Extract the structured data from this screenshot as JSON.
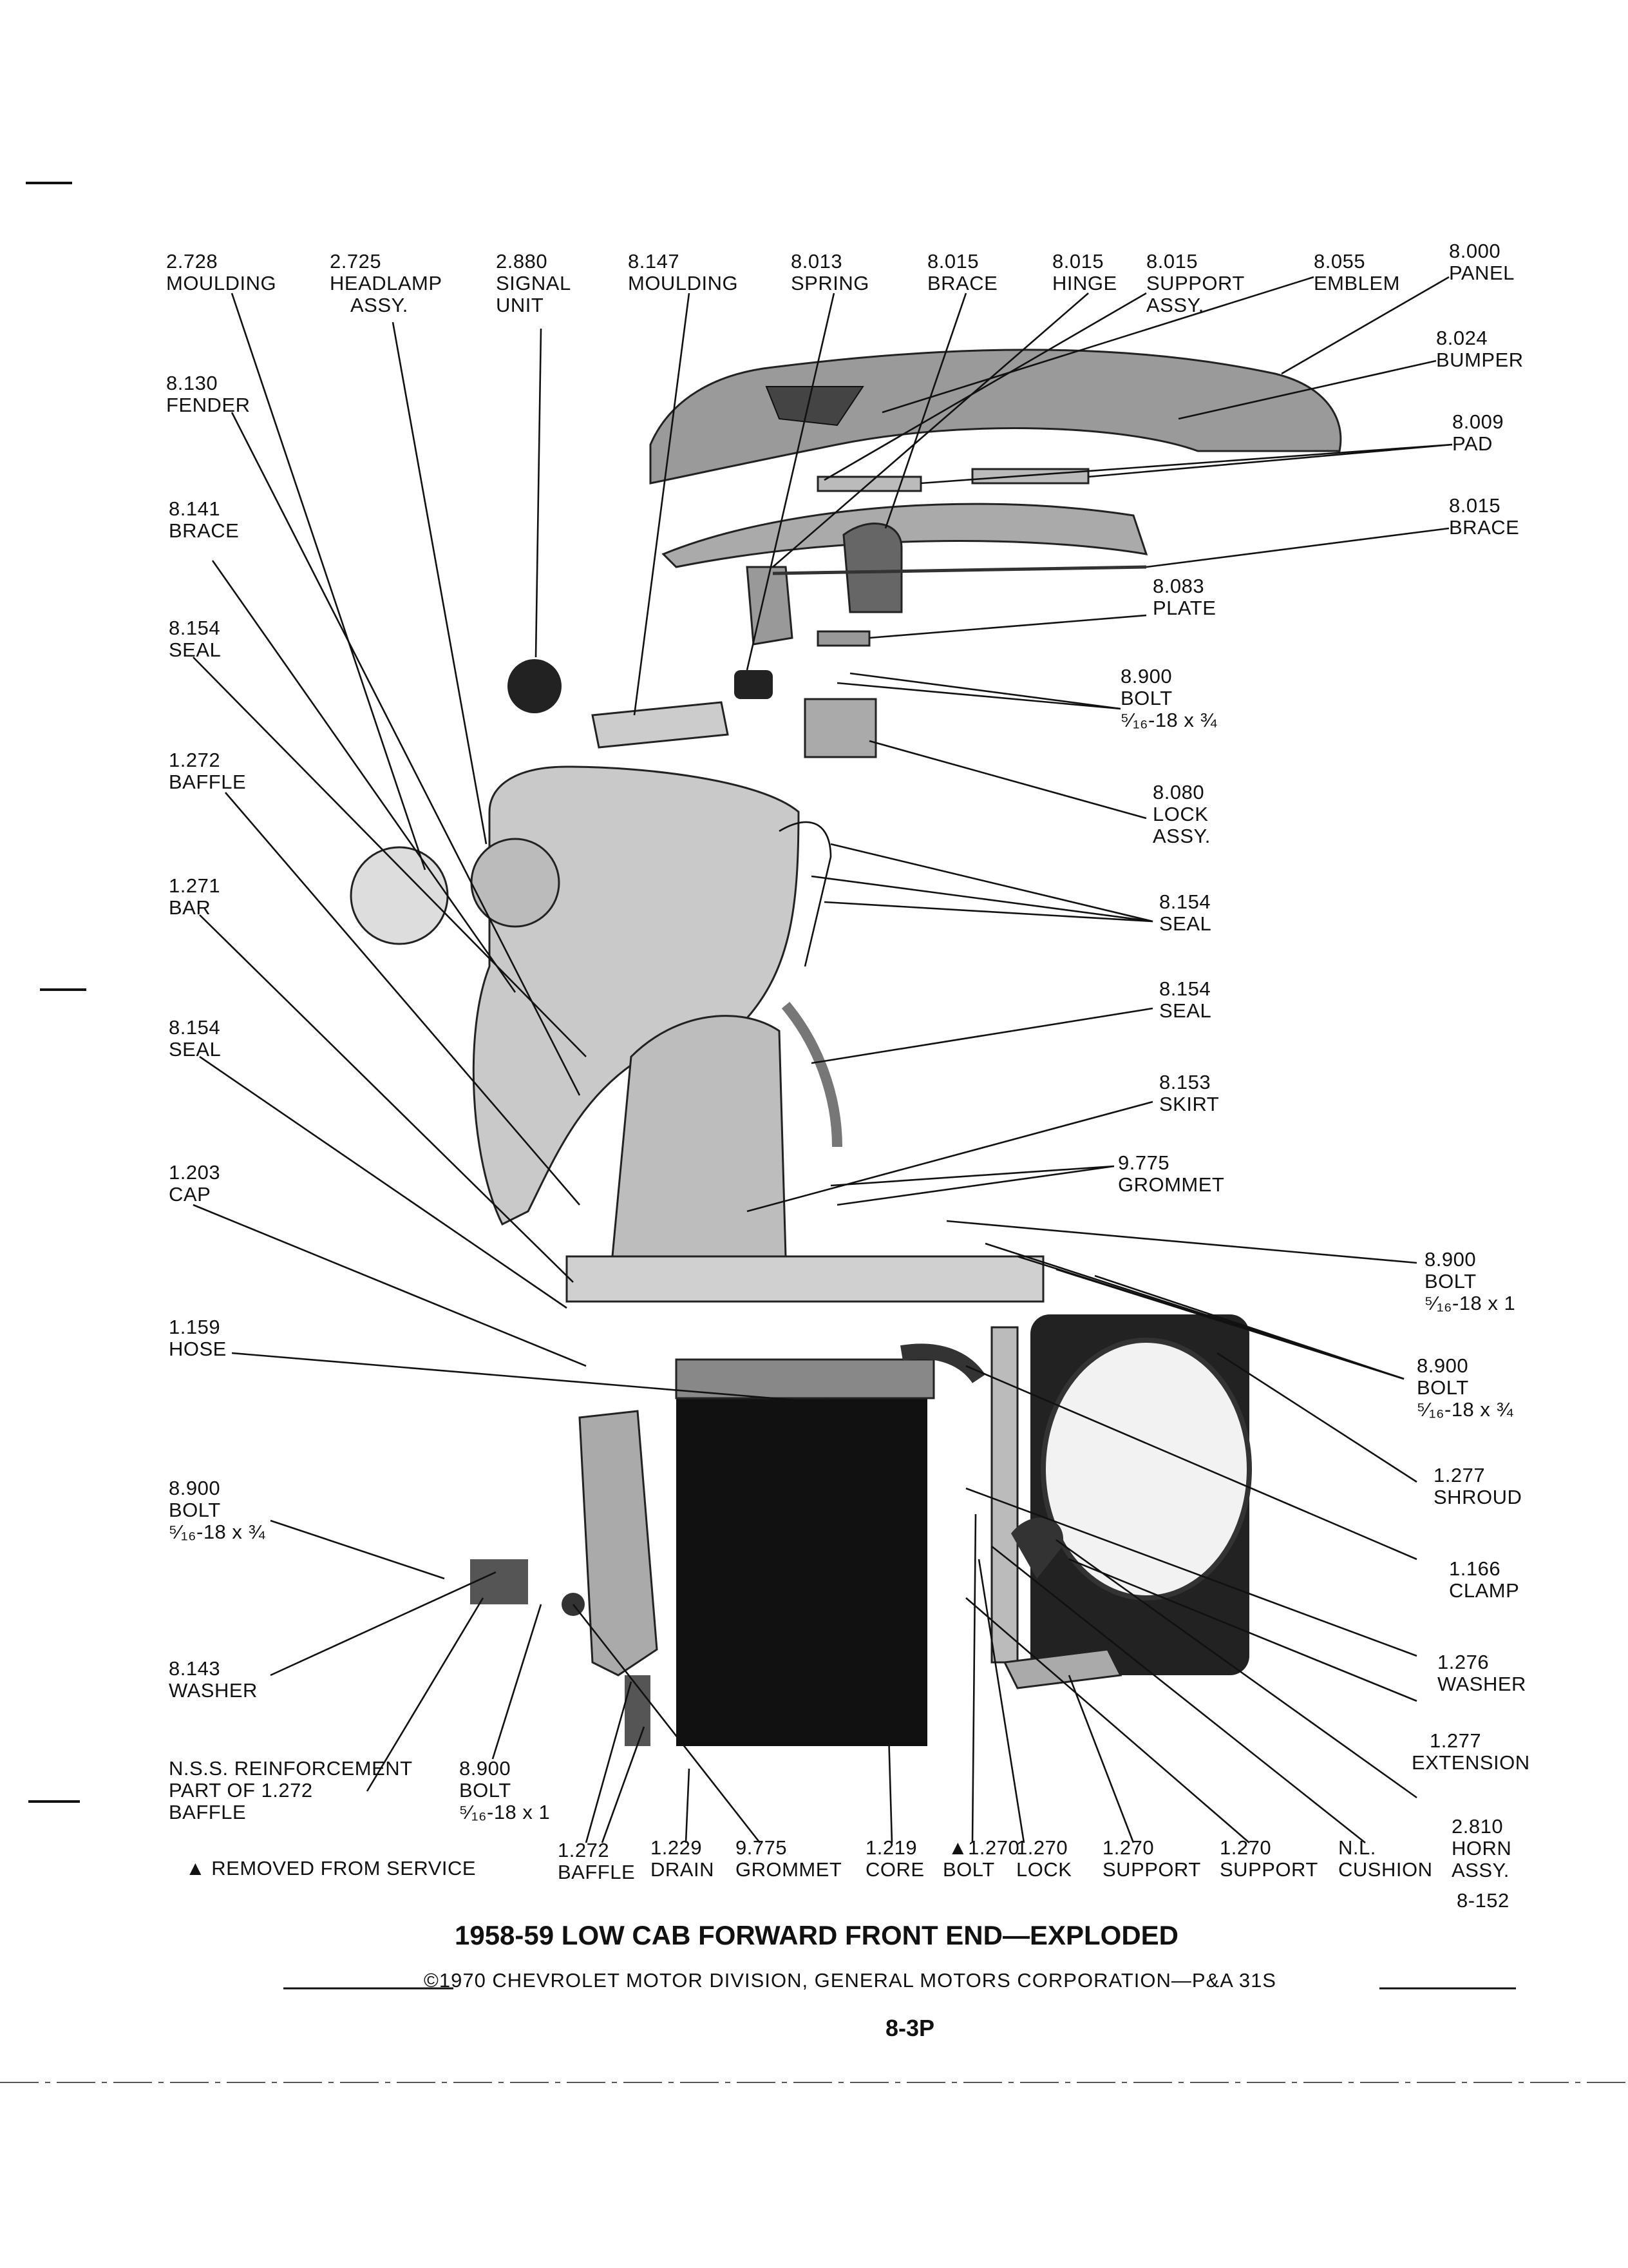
{
  "title": "1958-59 LOW CAB FORWARD FRONT END—EXPLODED",
  "copyright": "©1970 CHEVROLET MOTOR DIVISION, GENERAL MOTORS CORPORATION—P&A 31S",
  "page_number": "8-3P",
  "figure_id": "8-152",
  "removed_note": "▲ REMOVED FROM SERVICE",
  "callouts": [
    {
      "id": "c1",
      "lines": [
        "2.728",
        "MOULDING"
      ]
    },
    {
      "id": "c2",
      "lines": [
        "2.725",
        "HEADLAMP",
        "ASSY."
      ]
    },
    {
      "id": "c3",
      "lines": [
        "2.880",
        "SIGNAL",
        "UNIT"
      ]
    },
    {
      "id": "c4",
      "lines": [
        "8.147",
        "MOULDING"
      ]
    },
    {
      "id": "c5",
      "lines": [
        "8.013",
        "SPRING"
      ]
    },
    {
      "id": "c6",
      "lines": [
        "8.015",
        "BRACE"
      ]
    },
    {
      "id": "c7",
      "lines": [
        "8.015",
        "HINGE"
      ]
    },
    {
      "id": "c8",
      "lines": [
        "8.015",
        "SUPPORT",
        "ASSY."
      ]
    },
    {
      "id": "c9",
      "lines": [
        "8.055",
        "EMBLEM"
      ]
    },
    {
      "id": "c10",
      "lines": [
        "8.000",
        "PANEL"
      ]
    },
    {
      "id": "c11",
      "lines": [
        "8.024",
        "BUMPER"
      ]
    },
    {
      "id": "c12",
      "lines": [
        "8.009",
        "PAD"
      ]
    },
    {
      "id": "c13",
      "lines": [
        "8.015",
        "BRACE"
      ]
    },
    {
      "id": "c14",
      "lines": [
        "8.083",
        "PLATE"
      ]
    },
    {
      "id": "c15",
      "lines": [
        "8.900",
        "BOLT",
        "⁵⁄₁₆-18 x ¾"
      ]
    },
    {
      "id": "c16",
      "lines": [
        "8.080",
        "LOCK",
        "ASSY."
      ]
    },
    {
      "id": "c17",
      "lines": [
        "8.154",
        "SEAL"
      ]
    },
    {
      "id": "c18",
      "lines": [
        "8.154",
        "SEAL"
      ]
    },
    {
      "id": "c19",
      "lines": [
        "8.153",
        "SKIRT"
      ]
    },
    {
      "id": "c20",
      "lines": [
        "9.775",
        "GROMMET"
      ]
    },
    {
      "id": "c21",
      "lines": [
        "8.900",
        "BOLT",
        "⁵⁄₁₆-18 x 1"
      ]
    },
    {
      "id": "c22",
      "lines": [
        "8.900",
        "BOLT",
        "⁵⁄₁₆-18 x ¾"
      ]
    },
    {
      "id": "c23",
      "lines": [
        "1.277",
        "SHROUD"
      ]
    },
    {
      "id": "c24",
      "lines": [
        "1.166",
        "CLAMP"
      ]
    },
    {
      "id": "c25",
      "lines": [
        "1.276",
        "WASHER"
      ]
    },
    {
      "id": "c26",
      "lines": [
        "1.277",
        "EXTENSION"
      ]
    },
    {
      "id": "c27",
      "lines": [
        "2.810",
        "HORN",
        "ASSY."
      ]
    },
    {
      "id": "c28",
      "lines": [
        "8.130",
        "FENDER"
      ]
    },
    {
      "id": "c29",
      "lines": [
        "8.141",
        "BRACE"
      ]
    },
    {
      "id": "c30",
      "lines": [
        "8.154",
        "SEAL"
      ]
    },
    {
      "id": "c31",
      "lines": [
        "1.272",
        "BAFFLE"
      ]
    },
    {
      "id": "c32",
      "lines": [
        "1.271",
        "BAR"
      ]
    },
    {
      "id": "c33",
      "lines": [
        "8.154",
        "SEAL"
      ]
    },
    {
      "id": "c34",
      "lines": [
        "1.203",
        "CAP"
      ]
    },
    {
      "id": "c35",
      "lines": [
        "1.159",
        "HOSE"
      ]
    },
    {
      "id": "c36",
      "lines": [
        "8.900",
        "BOLT",
        "⁵⁄₁₆-18 x ¾"
      ]
    },
    {
      "id": "c37",
      "lines": [
        "8.143",
        "WASHER"
      ]
    },
    {
      "id": "c38",
      "lines": [
        "N.S.S. REINFORCEMENT",
        "PART OF 1.272",
        "BAFFLE"
      ]
    },
    {
      "id": "c39",
      "lines": [
        "8.900",
        "BOLT",
        "⁵⁄₁₆-18 x 1"
      ]
    },
    {
      "id": "c40",
      "lines": [
        "1.272",
        "BAFFLE"
      ]
    },
    {
      "id": "c41",
      "lines": [
        "1.229",
        "DRAIN"
      ]
    },
    {
      "id": "c42",
      "lines": [
        "9.775",
        "GROMMET"
      ]
    },
    {
      "id": "c43",
      "lines": [
        "1.219",
        "CORE"
      ]
    },
    {
      "id": "c44",
      "lines": [
        "▲1.270",
        "BOLT"
      ]
    },
    {
      "id": "c45",
      "lines": [
        "1.270",
        "LOCK"
      ]
    },
    {
      "id": "c46",
      "lines": [
        "1.270",
        "SUPPORT"
      ]
    },
    {
      "id": "c47",
      "lines": [
        "1.270",
        "SUPPORT"
      ]
    },
    {
      "id": "c48",
      "lines": [
        "N.L.",
        "CUSHION"
      ]
    }
  ]
}
